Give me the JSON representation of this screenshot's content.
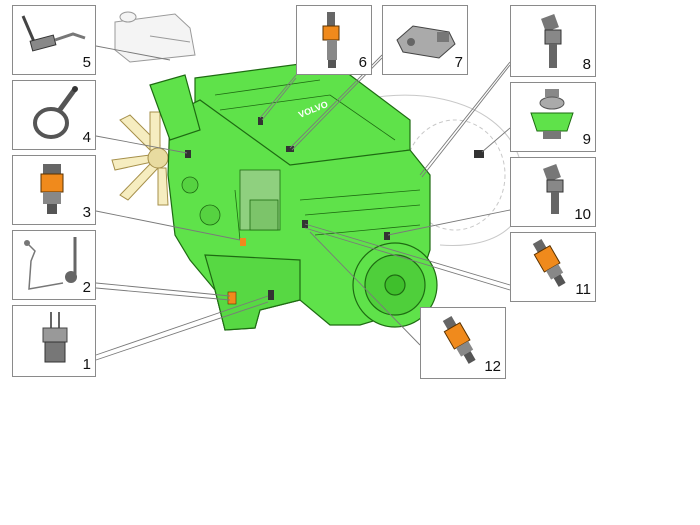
{
  "diagram": {
    "engine_color": "#5fe24a",
    "engine_outline": "#1e6b12",
    "sensor_orange": "#f08a1c",
    "leader_color": "#7a7a7a",
    "brand_plate": "VOLVO",
    "callouts": [
      {
        "number": "1",
        "icon": "pressure-temp-sensor-icon"
      },
      {
        "number": "2",
        "icon": "oil-level-sensor-icon"
      },
      {
        "number": "3",
        "icon": "oil-pressure-sensor-icon"
      },
      {
        "number": "4",
        "icon": "fan-speed-sensor-icon"
      },
      {
        "number": "5",
        "icon": "coolant-level-sensor-icon"
      },
      {
        "number": "6",
        "icon": "coolant-temp-sensor-icon"
      },
      {
        "number": "7",
        "icon": "boost-pressure-sensor-icon"
      },
      {
        "number": "8",
        "icon": "camshaft-speed-sensor-icon"
      },
      {
        "number": "9",
        "icon": "piston-cooling-sensor-icon"
      },
      {
        "number": "10",
        "icon": "crankshaft-speed-sensor-icon"
      },
      {
        "number": "11",
        "icon": "fuel-pressure-sensor-icon"
      },
      {
        "number": "12",
        "icon": "crankcase-pressure-sensor-icon"
      }
    ]
  }
}
